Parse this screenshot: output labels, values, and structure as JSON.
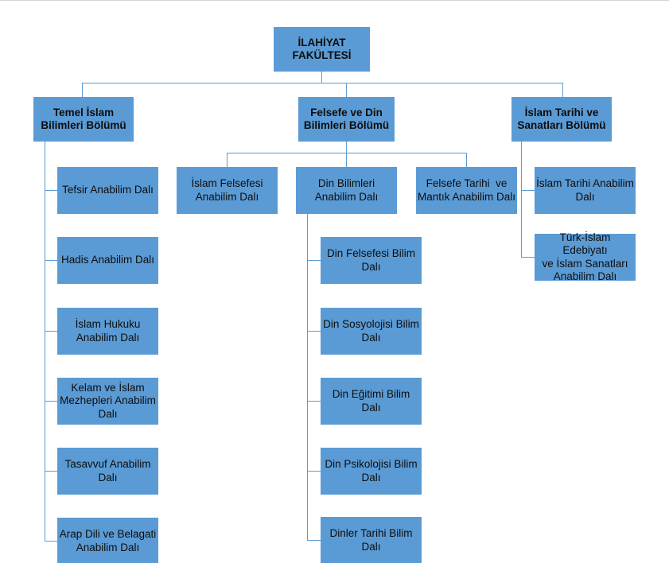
{
  "chart_title": "İLAHİYAT FAKÜLTESİ",
  "colors": {
    "node_fill": "#5b9bd5",
    "connector": "#5b9bd5",
    "text": "#0d0d0d",
    "background": "#ffffff"
  },
  "root": {
    "label": "İLAHİYAT\nFAKÜLTESİ"
  },
  "departments": [
    {
      "id": "temel-islam-bilimleri",
      "label": "Temel İslam\nBilimleri Bölümü",
      "children": [
        {
          "id": "tefsir",
          "label": "Tefsir Anabilim Dalı"
        },
        {
          "id": "hadis",
          "label": "Hadis Anabilim Dalı"
        },
        {
          "id": "islam-hukuku",
          "label": "İslam Hukuku\nAnabilim Dalı"
        },
        {
          "id": "kelam-mezhepler",
          "label": "Kelam ve İslam\nMezhepleri Anabilim\nDalı"
        },
        {
          "id": "tasavvuf",
          "label": "Tasavvuf Anabilim\nDalı"
        },
        {
          "id": "arap-dili",
          "label": "Arap Dili ve Belagati\nAnabilim Dalı"
        }
      ]
    },
    {
      "id": "felsefe-ve-din-bilimleri",
      "label": "Felsefe ve Din\nBilimleri Bölümü",
      "children": [
        {
          "id": "islam-felsefesi",
          "label": "İslam Felsefesi\nAnabilim Dalı"
        },
        {
          "id": "din-bilimleri",
          "label": "Din Bilimleri\nAnabilim Dalı",
          "children": [
            {
              "id": "din-felsefesi",
              "label": "Din Felsefesi Bilim\nDalı"
            },
            {
              "id": "din-sosyolojisi",
              "label": "Din Sosyolojisi Bilim\nDalı"
            },
            {
              "id": "din-egitimi",
              "label": "Din Eğitimi Bilim Dalı"
            },
            {
              "id": "din-psikolojisi",
              "label": "Din Psikolojisi Bilim\nDalı"
            },
            {
              "id": "dinler-tarihi",
              "label": "Dinler Tarihi Bilim\nDalı"
            }
          ]
        },
        {
          "id": "felsefe-tarihi-mantik",
          "label": "Felsefe Tarihi  ve\nMantık Anabilim Dalı"
        }
      ]
    },
    {
      "id": "islam-tarihi-ve-sanatlari",
      "label": "İslam Tarihi ve\nSanatları Bölümü",
      "children": [
        {
          "id": "islam-tarihi",
          "label": "İslam Tarihi Anabilim\nDalı"
        },
        {
          "id": "turk-islam-edebiyati",
          "label": "Türk-İslam Edebiyatı\nve İslam Sanatları\nAnabilim Dalı"
        }
      ]
    }
  ]
}
